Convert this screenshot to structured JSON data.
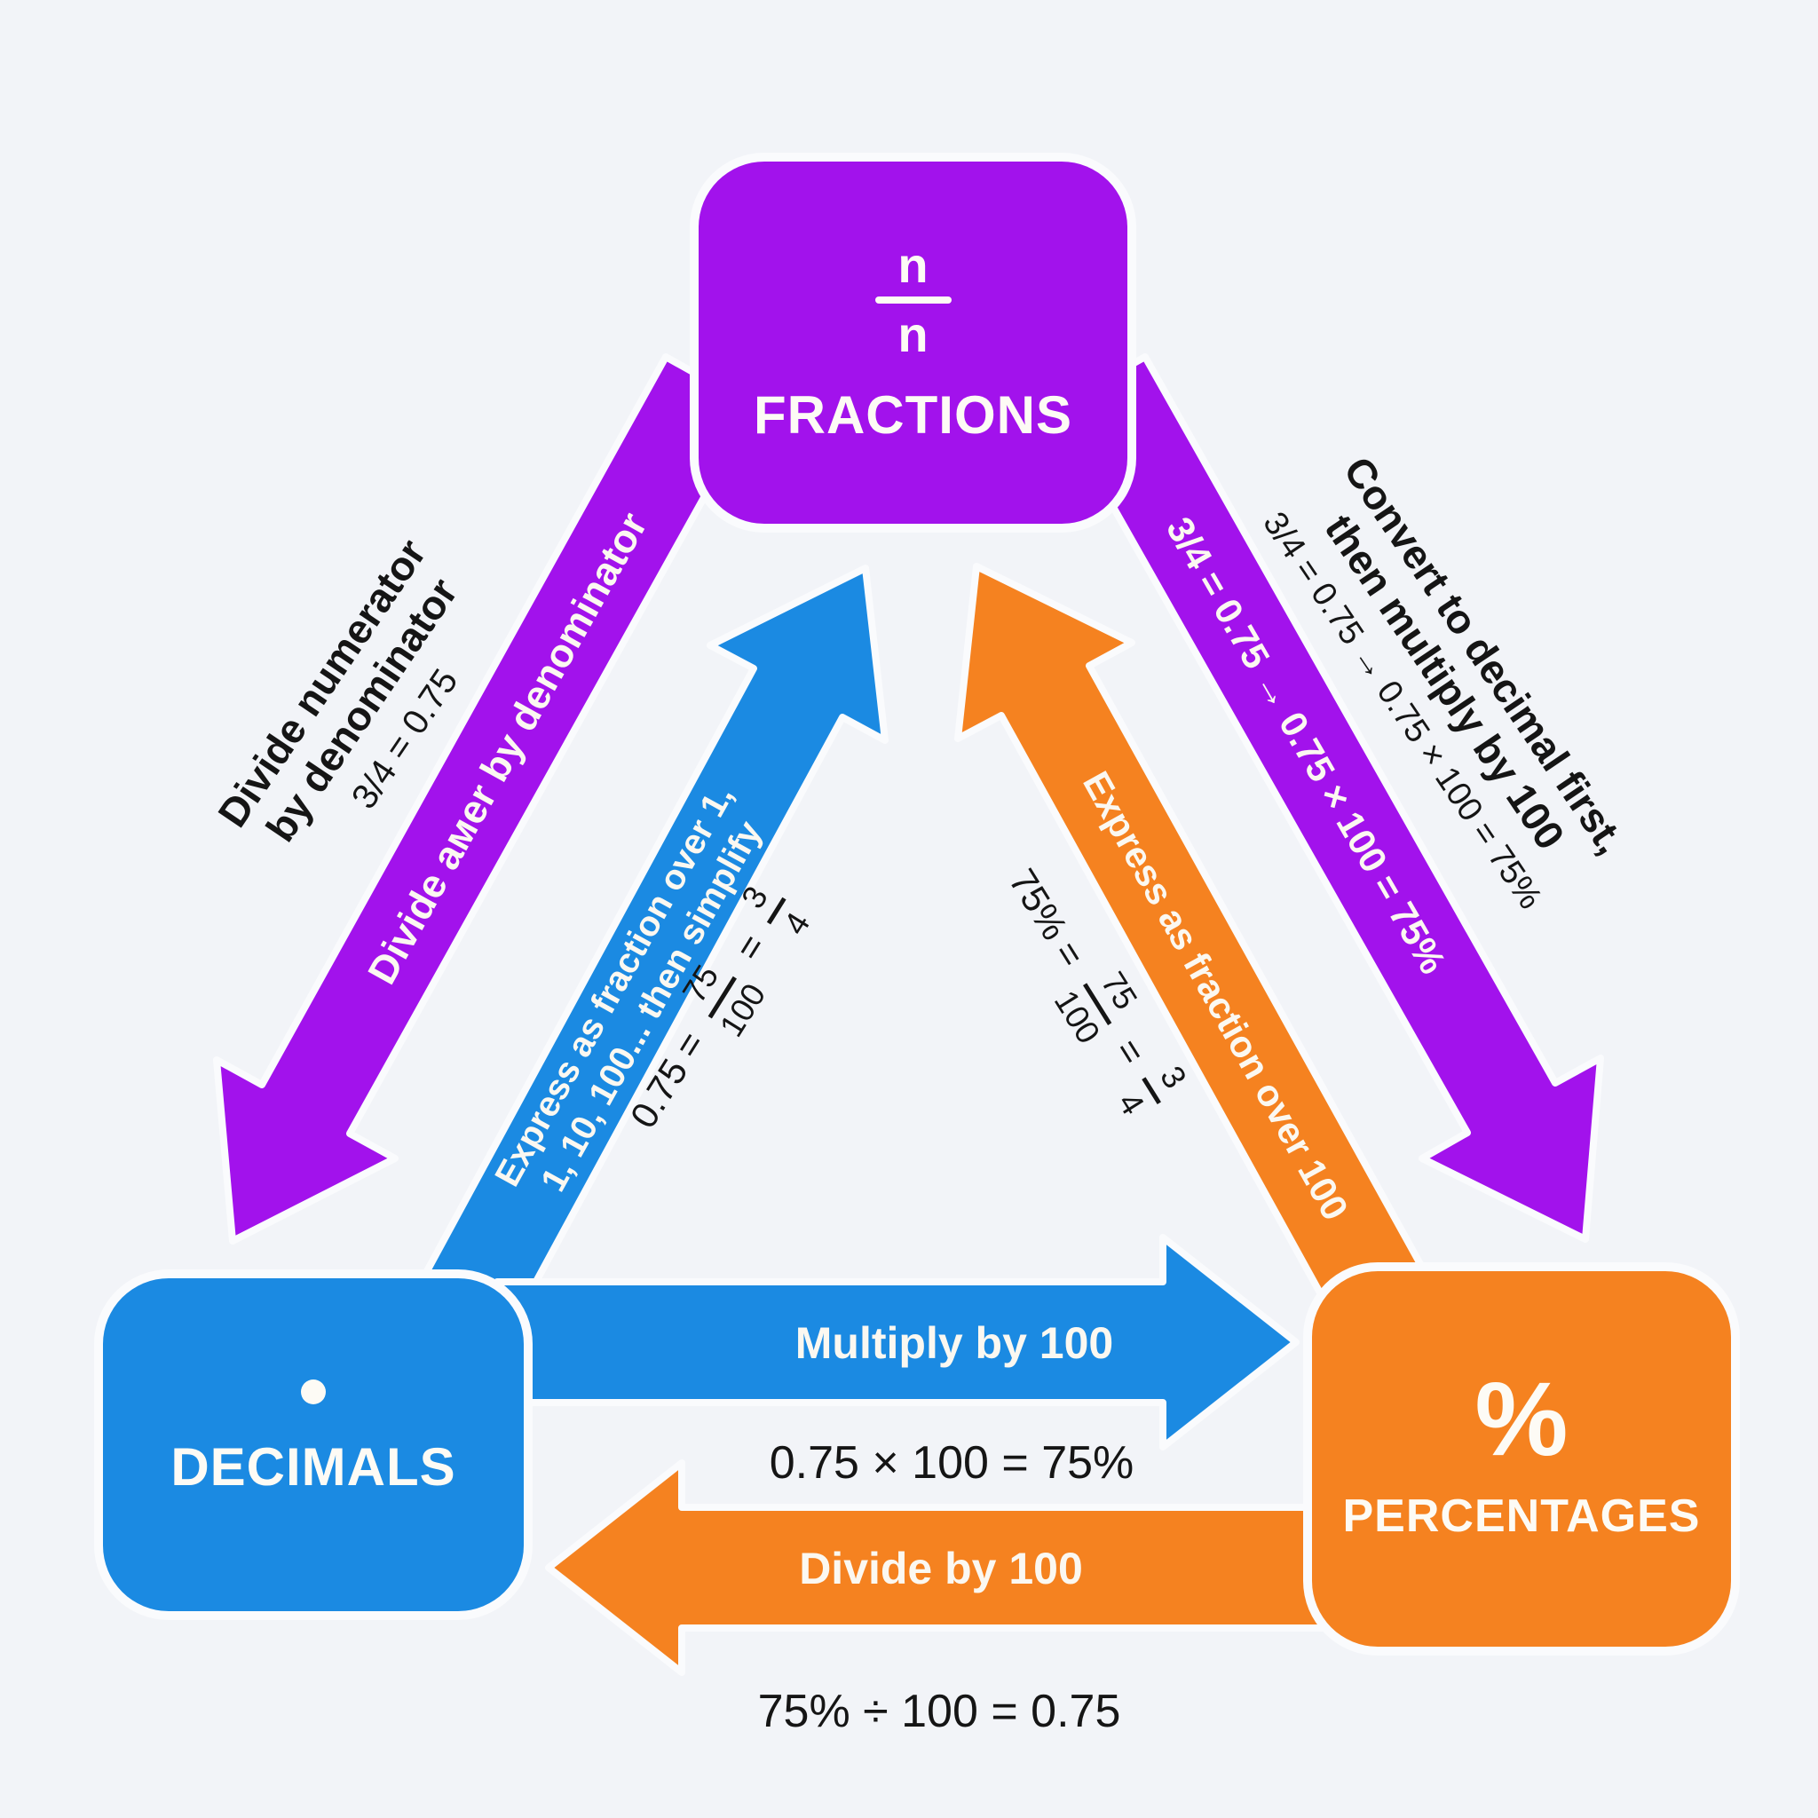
{
  "palette": {
    "background": "#F2F4F8",
    "purple": "#A212EC",
    "blue": "#1B8AE2",
    "orange": "#F58220",
    "band_text": "#FBF8F1",
    "ink": "#151515"
  },
  "nodes": {
    "fractions": {
      "title": "FRACTIONS",
      "symbol": {
        "numerator": "n",
        "denominator": "n"
      }
    },
    "decimals": {
      "title": "DECIMALS",
      "symbol": "decimal-point-dot"
    },
    "percentages": {
      "title": "PERCENTAGES",
      "symbol": "%"
    }
  },
  "edges": {
    "fractions_to_decimals": {
      "band_label": "Divide aмer by denominator",
      "note_line1": "Divide numerator",
      "note_line2": "by denominator",
      "note_example": "3/4 = 0.75"
    },
    "decimals_to_fractions": {
      "band_label_line1": "Express as fraction over 1,",
      "band_label_line2": "1, 10, 100... then simplify",
      "example_lead": "0.75 =",
      "example_frac1_num": "75",
      "example_frac1_den": "100",
      "example_equals": "=",
      "example_frac2_num": "3",
      "example_frac2_den": "4"
    },
    "percentages_to_fractions": {
      "band_label": "Express as fraction over 100",
      "example_lead": "75% =",
      "example_frac1_num": "75",
      "example_frac1_den": "100",
      "example_equals": "=",
      "example_frac2_num": "3",
      "example_frac2_den": "4"
    },
    "fractions_to_percentages": {
      "band_label": "3/4 = 0.75 → 0.75 × 100 = 75%",
      "note_line1": "Convert to decimal first,",
      "note_line2": "then multiply by 100",
      "note_example": "3/4 = 0.75 → 0.75 × 100 = 75%"
    },
    "decimals_to_percentages": {
      "band_label": "Multiply by 100",
      "example": "0.75 × 100 = 75%"
    },
    "percentages_to_decimals": {
      "band_label": "Divide by 100",
      "example": "75% ÷ 100 = 0.75"
    }
  }
}
